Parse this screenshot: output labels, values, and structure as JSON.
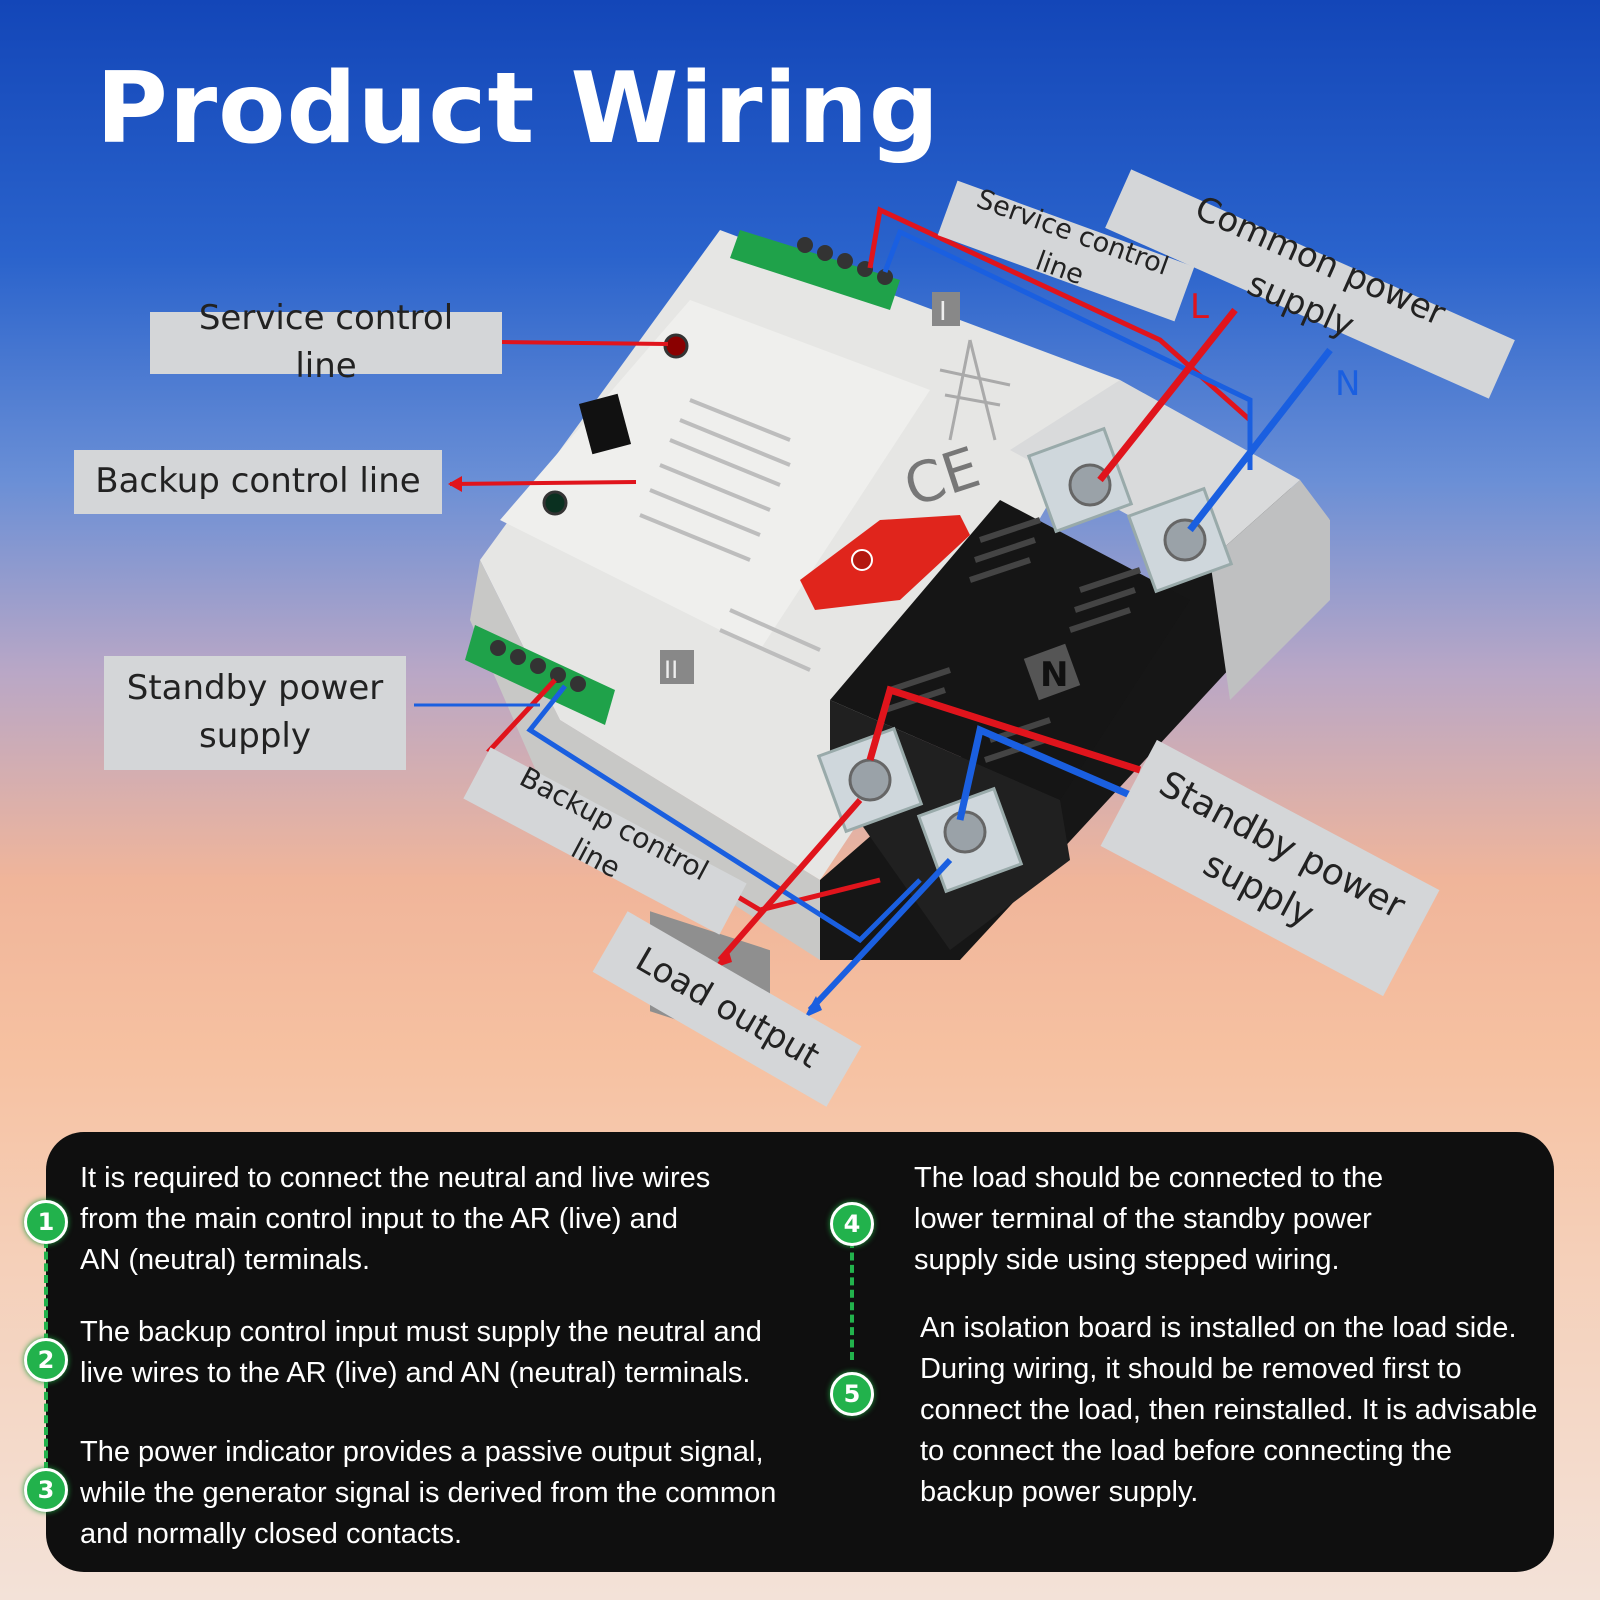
{
  "title": "Product Wiring",
  "labels": {
    "service_left": "Service control line",
    "backup_left": "Backup control line",
    "standby_left": "Standby power supply",
    "service_top": "Service control line",
    "common_top": "Common power supply",
    "backup_bottom": "Backup control line",
    "load_output": "Load output",
    "standby_right": "Standby power supply"
  },
  "wire_marks": {
    "live": "L",
    "neutral": "N"
  },
  "notes": [
    {
      "number": "1",
      "text": "It is required to connect the neutral and live wires from the main control input to the AR (live) and AN (neutral) terminals."
    },
    {
      "number": "2",
      "text": "The backup control input must supply the neutral and live wires to the AR (live) and AN (neutral) terminals."
    },
    {
      "number": "3",
      "text": "The power indicator provides a passive output signal, while the generator signal is derived from the common and normally closed contacts."
    },
    {
      "number": "4",
      "text": "The load should be connected to the lower terminal of the standby power supply side using stepped wiring."
    },
    {
      "number": "5",
      "text": "An isolation board is installed on the load side. During wiring, it should be removed first to connect the load, then reinstalled. It is advisable to connect the load before connecting the backup power supply."
    }
  ],
  "colors": {
    "live_wire": "#e0141c",
    "neutral_wire": "#1a5fe0",
    "badge": "#22b24c",
    "label_bg": "#d4d6d8",
    "panel": "#0f0f0f"
  },
  "device": {
    "handle_icon": "red-switch-handle",
    "mark_i": "I",
    "mark_ii": "II",
    "mark_n": "N",
    "ce_mark": "CE"
  }
}
